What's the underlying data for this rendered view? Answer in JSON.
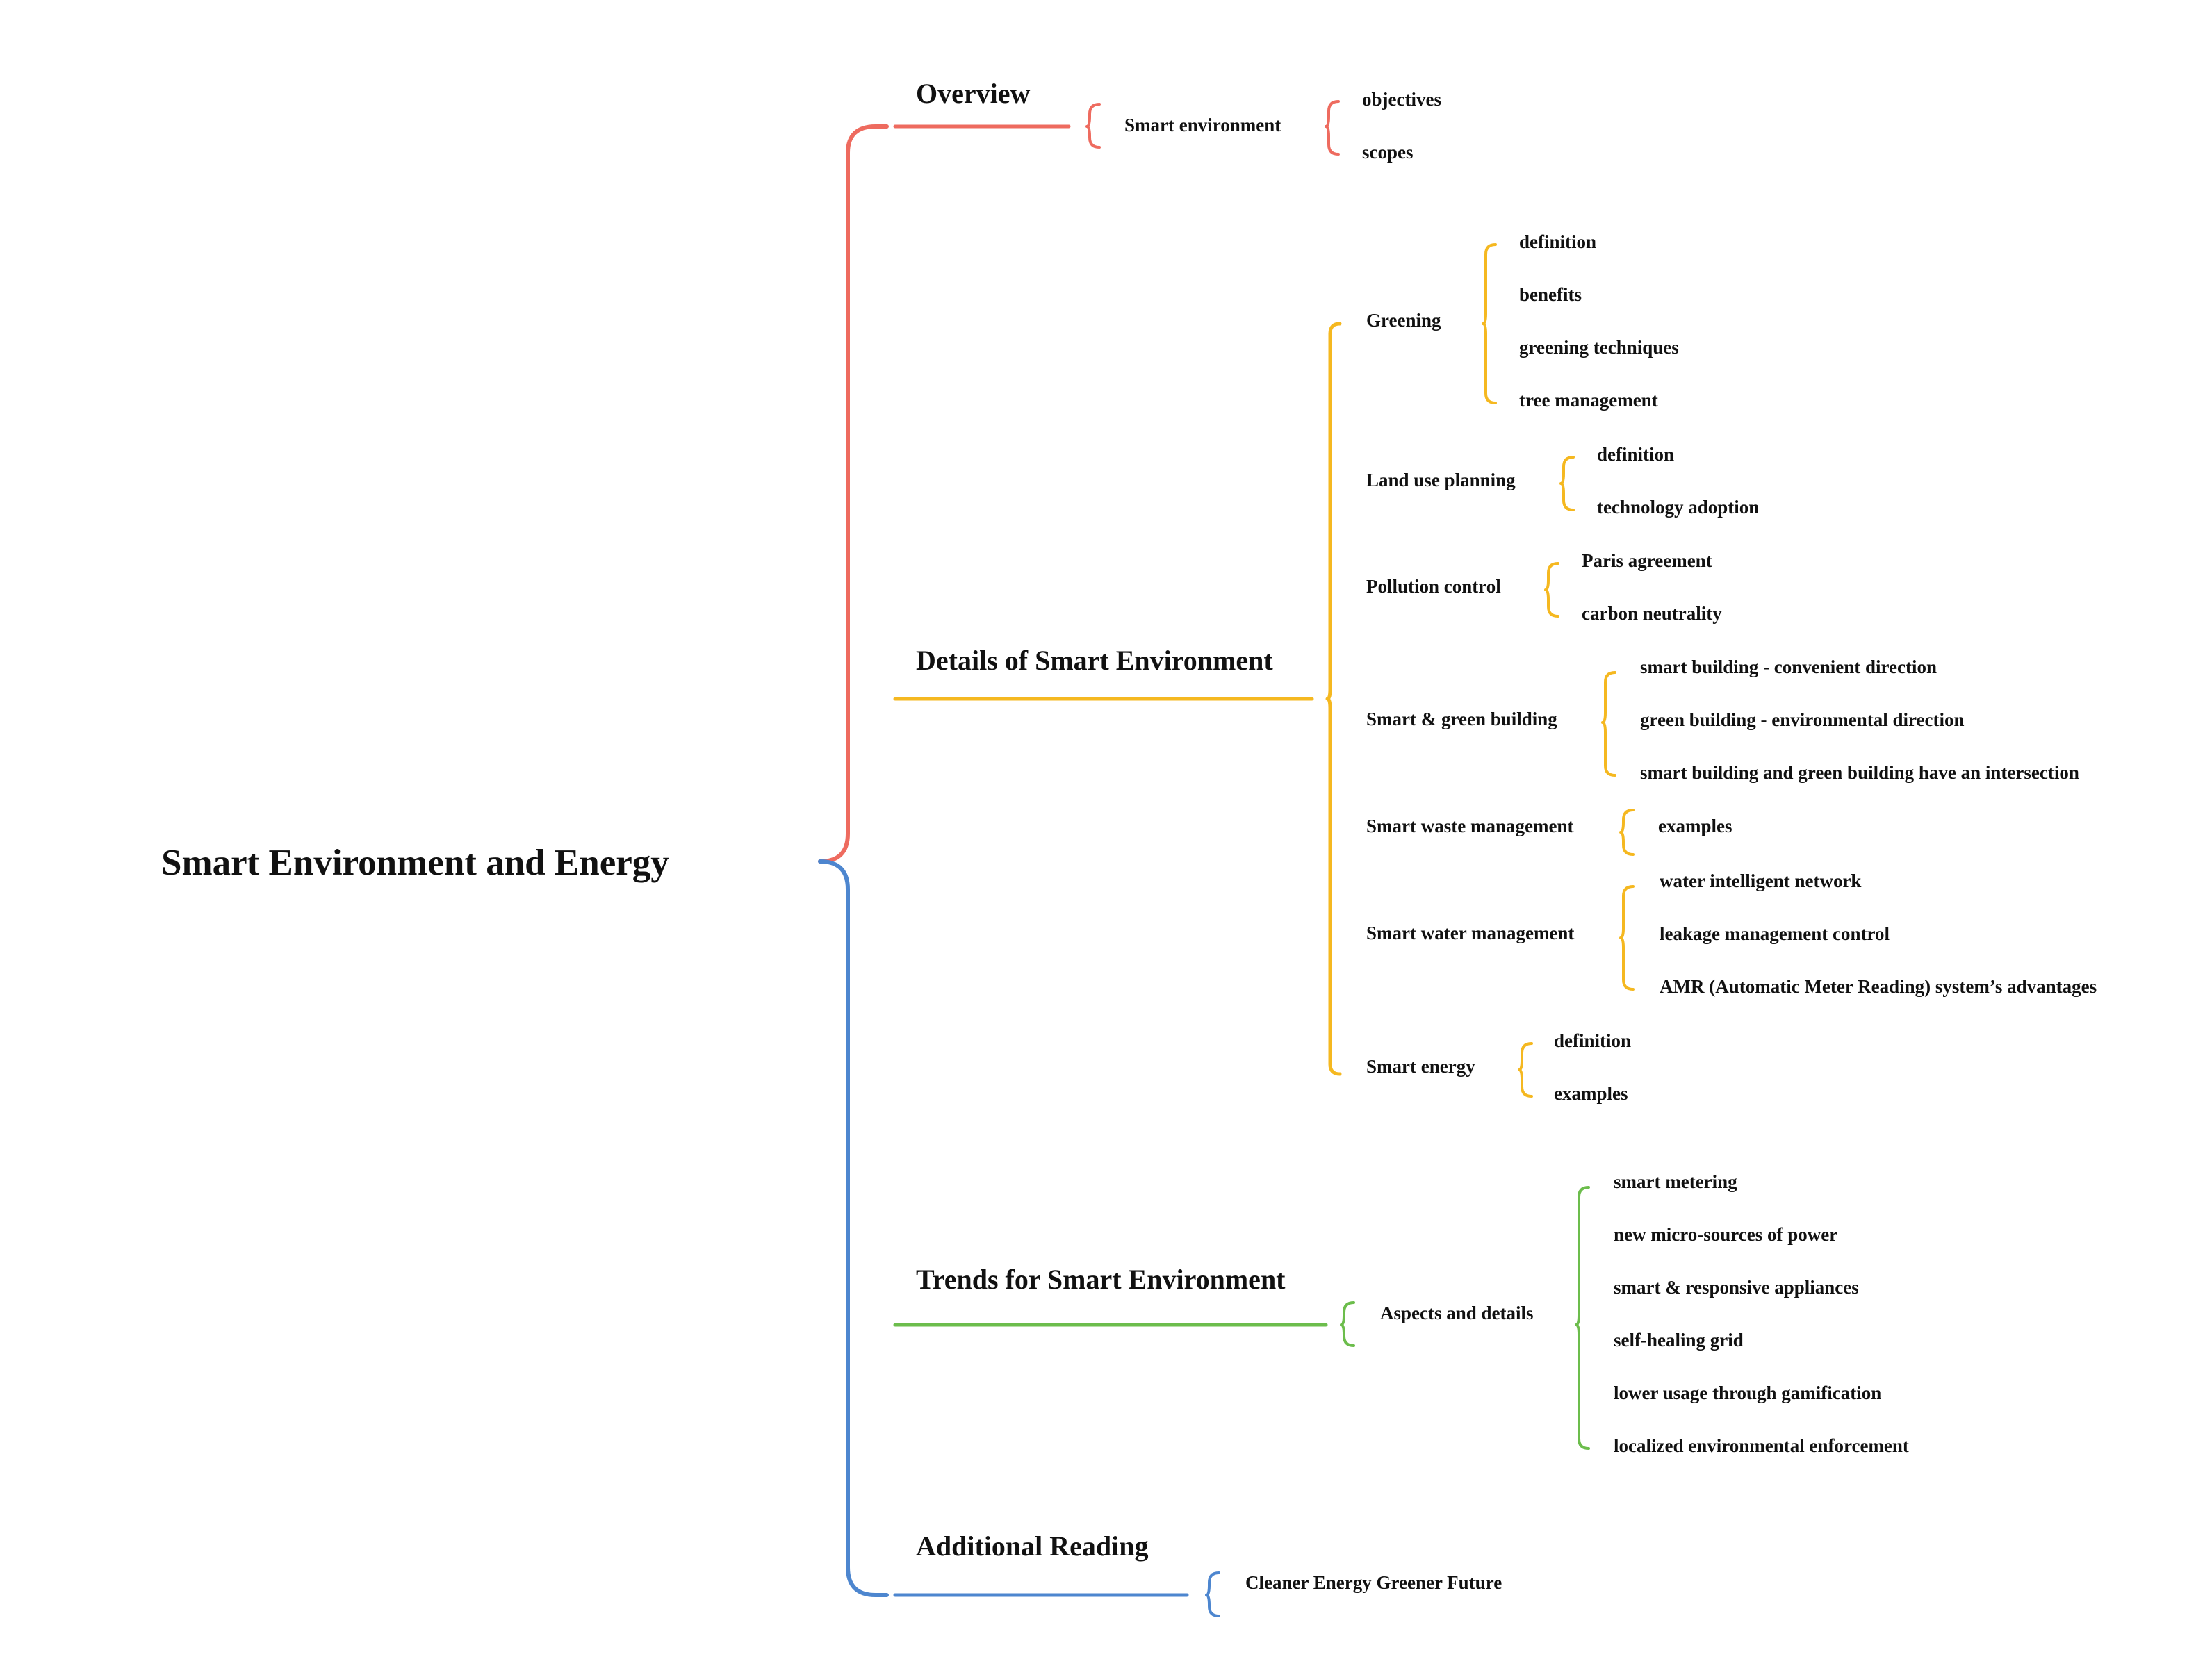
{
  "title": "Smart Environment and Energy",
  "colors": {
    "overview": "#EE6B5F",
    "details": "#F5B820",
    "trends": "#6CBD4C",
    "reading": "#4D86CF",
    "text": "#111111"
  },
  "branches": [
    {
      "label": "Overview",
      "color_key": "overview",
      "children": [
        {
          "label": "Smart environment",
          "children": [
            "objectives",
            "scopes"
          ]
        }
      ]
    },
    {
      "label": "Details of Smart Environment",
      "color_key": "details",
      "children": [
        {
          "label": "Greening",
          "children": [
            "definition",
            "benefits",
            "greening techniques",
            "tree management"
          ]
        },
        {
          "label": "Land use planning",
          "children": [
            "definition",
            "technology adoption"
          ]
        },
        {
          "label": "Pollution control",
          "children": [
            "Paris agreement",
            "carbon neutrality"
          ]
        },
        {
          "label": "Smart & green building",
          "children": [
            "smart building - convenient direction",
            "green building - environmental direction",
            "smart building and green building have an intersection"
          ]
        },
        {
          "label": "Smart waste management",
          "children": [
            "examples"
          ]
        },
        {
          "label": "Smart water management",
          "children": [
            "water intelligent network",
            "leakage management control",
            "AMR (Automatic Meter Reading) system’s advantages"
          ]
        },
        {
          "label": "Smart energy",
          "children": [
            "definition",
            "examples"
          ]
        }
      ]
    },
    {
      "label": "Trends for Smart Environment",
      "color_key": "trends",
      "children": [
        {
          "label": "Aspects and details",
          "children": [
            "smart metering",
            "new micro-sources of power",
            "smart & responsive appliances",
            "self-healing grid",
            "lower usage through gamification",
            "localized environmental enforcement"
          ]
        }
      ]
    },
    {
      "label": "Additional Reading",
      "color_key": "reading",
      "children": [
        {
          "label": "Cleaner Energy Greener Future",
          "children": []
        }
      ]
    }
  ]
}
